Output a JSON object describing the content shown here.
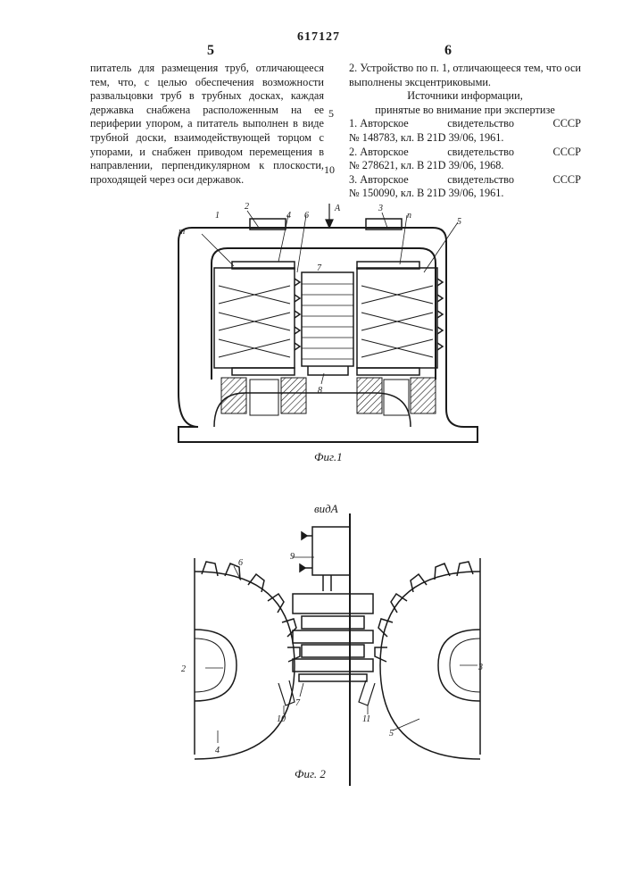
{
  "header": {
    "patent_number": "617127",
    "left_column_number": "5",
    "right_column_number": "6"
  },
  "left_column": {
    "text": "питатель для размещения труб, отличающееся тем, что, с целью обеспечения возможности развальцовки труб в трубных досках, каждая державка снабжена расположенным на ее периферии упором, а питатель выполнен в виде трубной доски, взаимодействующей торцом с упорами, и снабжен приводом перемещения в направлении, перпендикулярном к плоскости, проходящей через оси державок."
  },
  "right_column": {
    "claim2": "2. Устройство по п. 1, отличающееся тем, что оси выполнены эксцентриковыми.",
    "sources_title_1": "Источники информации,",
    "sources_title_2": "принятые во внимание при экспертизе",
    "refs": [
      {
        "a": "1. Авторское",
        "b": "свидетельство",
        "c": "СССР",
        "d": "№ 148783, кл. В 21D 39/06, 1961."
      },
      {
        "a": "2. Авторское",
        "b": "свидетельство",
        "c": "СССР",
        "d": "№ 278621, кл. В 21D 39/06, 1968."
      },
      {
        "a": "3. Авторское",
        "b": "свидетельство",
        "c": "СССР",
        "d": "№ 150090, кл. В 21D 39/06, 1961."
      }
    ]
  },
  "line_numbers": {
    "five": "5",
    "ten": "10"
  },
  "figure1": {
    "labels": {
      "m": "m",
      "n": "n",
      "l1": "1",
      "l2": "2",
      "l3": "3",
      "l4": "4",
      "l5": "5",
      "l6": "6",
      "l7": "7",
      "l8": "8",
      "arrow": "A"
    },
    "caption": "Фиг.1"
  },
  "figure2": {
    "view_label": "видА",
    "labels": {
      "l2": "2",
      "l3": "3",
      "l4": "4",
      "l5": "5",
      "l6": "6",
      "l7": "7",
      "l9": "9",
      "l10": "10",
      "l11": "11"
    },
    "caption": "Фиг. 2"
  }
}
